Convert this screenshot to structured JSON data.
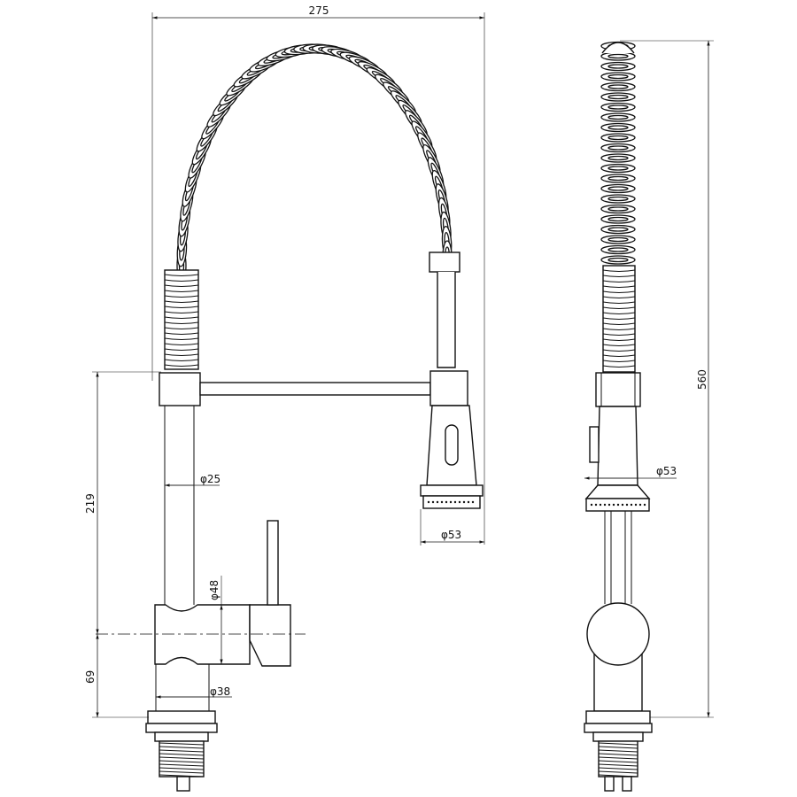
{
  "drawing": {
    "width_overall": "275",
    "height_overall": "560",
    "height_spout": "219",
    "height_base": "69",
    "dia_spout_tube": "φ25",
    "dia_body": "φ48",
    "dia_base": "φ38",
    "dia_spray_front": "φ53",
    "dia_spray_side": "φ53"
  }
}
